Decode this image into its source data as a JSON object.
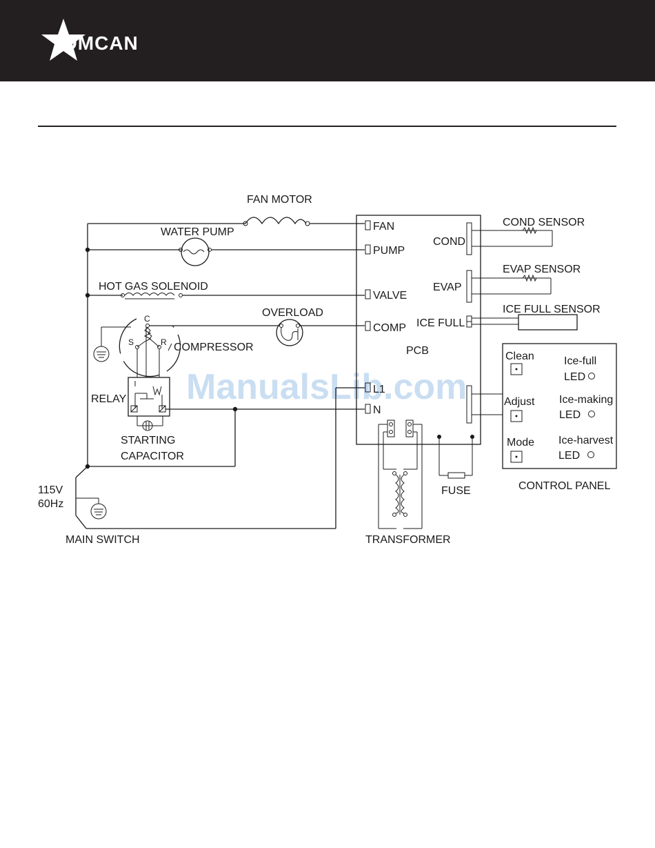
{
  "brand": {
    "name": "OMCAN",
    "header_color": "#231f20"
  },
  "watermark": "ManualsLib.com",
  "labels": {
    "fan_motor": "FAN MOTOR",
    "water_pump": "WATER PUMP",
    "hot_gas_solenoid": "HOT GAS SOLENOID",
    "overload": "OVERLOAD",
    "compressor": "COMPRESSOR",
    "c": "C",
    "s": "S",
    "r": "R",
    "relay": "RELAY",
    "starting": "STARTING",
    "capacitor": "CAPACITOR",
    "voltage": "115V",
    "frequency": "60Hz",
    "main_switch": "MAIN SWITCH",
    "transformer": "TRANSFORMER",
    "fuse": "FUSE",
    "pcb": "PCB",
    "cond_sensor": "COND SENSOR",
    "evap_sensor": "EVAP SENSOR",
    "ice_full_sensor": "ICE FULL SENSOR",
    "control_panel": "CONTROL PANEL"
  },
  "pcb_terminals": {
    "fan": "FAN",
    "pump": "PUMP",
    "valve": "VALVE",
    "comp": "COMP",
    "l1": "L1",
    "n": "N",
    "cond": "COND",
    "evap": "EVAP",
    "ice_full": "ICE FULL"
  },
  "control_panel": {
    "buttons": [
      "Clean",
      "Adjust",
      "Mode"
    ],
    "leds": [
      {
        "name": "Ice-full",
        "label": "LED"
      },
      {
        "name": "Ice-making",
        "label": "LED"
      },
      {
        "name": "Ice-harvest",
        "label": "LED"
      }
    ]
  }
}
